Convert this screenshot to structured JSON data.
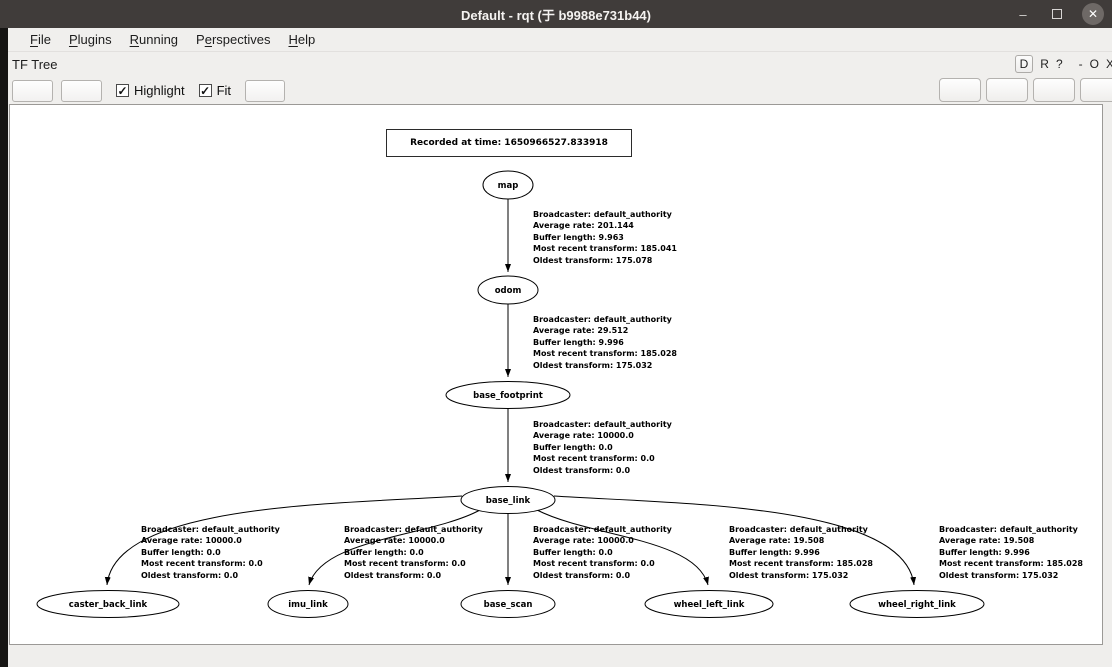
{
  "window": {
    "title": "Default - rqt (于 b9988e731b44)"
  },
  "icons": {
    "minimize": "–",
    "close": "✕",
    "checkmark": "✓"
  },
  "menu": {
    "items": [
      {
        "pre": "",
        "key": "F",
        "post": "ile"
      },
      {
        "pre": "",
        "key": "P",
        "post": "lugins"
      },
      {
        "pre": "",
        "key": "R",
        "post": "unning"
      },
      {
        "pre": "P",
        "key": "e",
        "post": "rspectives"
      },
      {
        "pre": "",
        "key": "H",
        "post": "elp"
      }
    ]
  },
  "dock": {
    "title": "TF Tree",
    "buttons": [
      "D",
      "R",
      "?",
      "-",
      "O",
      "X"
    ]
  },
  "toolbar": {
    "highlight_label": "Highlight",
    "highlight_checked": true,
    "fit_label": "Fit",
    "fit_checked": true
  },
  "graph": {
    "recorded": "Recorded at time: 1650966527.833918",
    "nodes": [
      {
        "label": "map"
      },
      {
        "label": "odom"
      },
      {
        "label": "base_footprint"
      },
      {
        "label": "base_link"
      },
      {
        "label": "caster_back_link"
      },
      {
        "label": "imu_link"
      },
      {
        "label": "base_scan"
      },
      {
        "label": "wheel_left_link"
      },
      {
        "label": "wheel_right_link"
      }
    ],
    "edge_labels": [
      {
        "broadcaster": "Broadcaster: default_authority",
        "average_rate": "Average rate: 201.144",
        "buffer_length": "Buffer length: 9.963",
        "most_recent": "Most recent transform: 185.041",
        "oldest": "Oldest transform: 175.078"
      },
      {
        "broadcaster": "Broadcaster: default_authority",
        "average_rate": "Average rate: 29.512",
        "buffer_length": "Buffer length: 9.996",
        "most_recent": "Most recent transform: 185.028",
        "oldest": "Oldest transform: 175.032"
      },
      {
        "broadcaster": "Broadcaster: default_authority",
        "average_rate": "Average rate: 10000.0",
        "buffer_length": "Buffer length: 0.0",
        "most_recent": "Most recent transform: 0.0",
        "oldest": "Oldest transform: 0.0"
      },
      {
        "broadcaster": "Broadcaster: default_authority",
        "average_rate": "Average rate: 10000.0",
        "buffer_length": "Buffer length: 0.0",
        "most_recent": "Most recent transform: 0.0",
        "oldest": "Oldest transform: 0.0"
      },
      {
        "broadcaster": "Broadcaster: default_authority",
        "average_rate": "Average rate: 10000.0",
        "buffer_length": "Buffer length: 0.0",
        "most_recent": "Most recent transform: 0.0",
        "oldest": "Oldest transform: 0.0"
      },
      {
        "broadcaster": "Broadcaster: default_authority",
        "average_rate": "Average rate: 10000.0",
        "buffer_length": "Buffer length: 0.0",
        "most_recent": "Most recent transform: 0.0",
        "oldest": "Oldest transform: 0.0"
      },
      {
        "broadcaster": "Broadcaster: default_authority",
        "average_rate": "Average rate: 19.508",
        "buffer_length": "Buffer length: 9.996",
        "most_recent": "Most recent transform: 185.028",
        "oldest": "Oldest transform: 175.032"
      },
      {
        "broadcaster": "Broadcaster: default_authority",
        "average_rate": "Average rate: 19.508",
        "buffer_length": "Buffer length: 9.996",
        "most_recent": "Most recent transform: 185.028",
        "oldest": "Oldest transform: 175.032"
      }
    ]
  }
}
